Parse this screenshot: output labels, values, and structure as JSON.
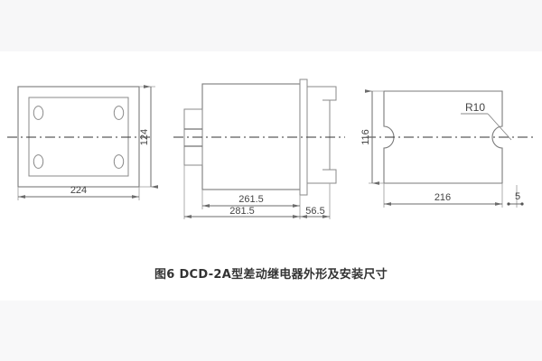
{
  "figure": {
    "caption": "图6 DCD-2A型差动继电器外形及安装尺寸",
    "background_color": "#ffffff",
    "band_color": "#f7f7f8",
    "line_color": "#6b6b6b",
    "dim_text_color": "#444444"
  },
  "views": {
    "front": {
      "name": "front-panel-view",
      "dimensions": {
        "width_label": "224",
        "height_label": "124"
      },
      "mounting_holes": 4
    },
    "side": {
      "name": "side-section-view",
      "dimensions": {
        "body_depth_label": "261.5",
        "overall_depth_label": "281.5",
        "flange_depth_label": "56.5"
      }
    },
    "cutout": {
      "name": "panel-cutout-view",
      "dimensions": {
        "width_label": "216",
        "height_label": "116",
        "edge_label": "5",
        "radius_label": "R10"
      }
    }
  }
}
